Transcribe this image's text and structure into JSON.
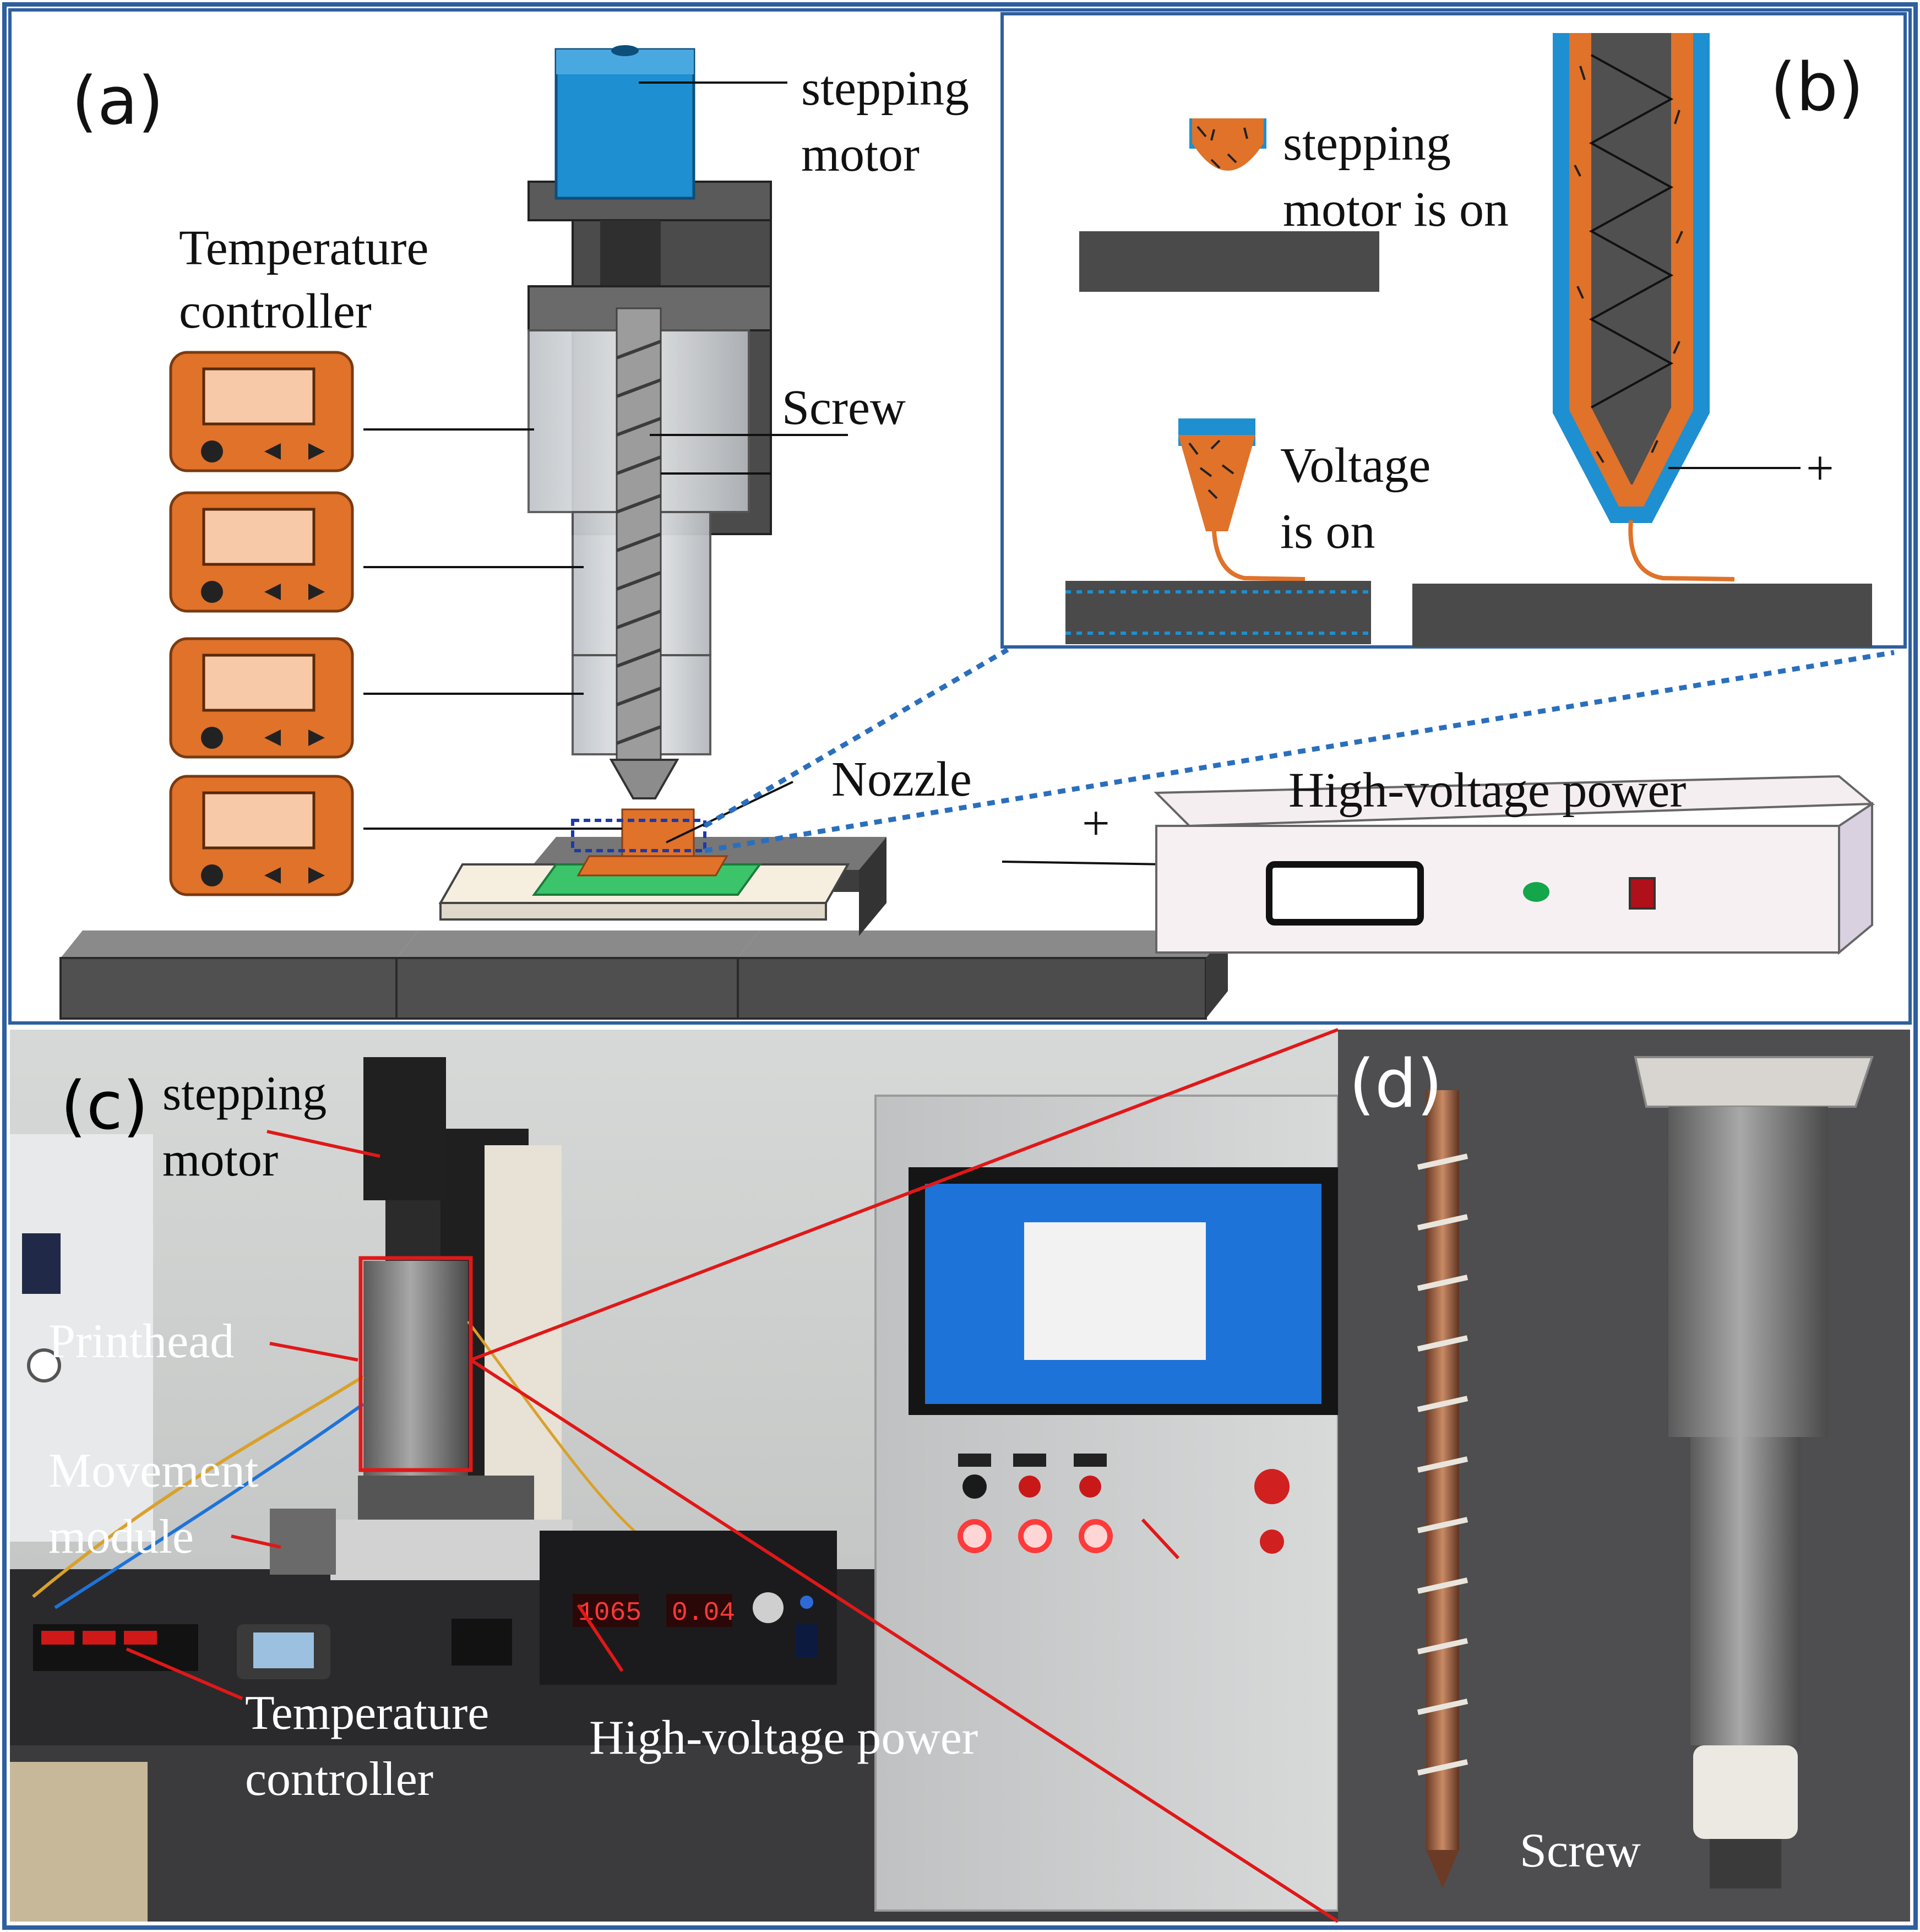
{
  "panels": {
    "a": "(a)",
    "b": "(b)",
    "c": "(c)",
    "d": "(d)"
  },
  "panel_a": {
    "stepping_motor": [
      "stepping",
      "motor"
    ],
    "temperature_controller": [
      "Temperature",
      "controller"
    ],
    "screw": "Screw",
    "nozzle": "Nozzle",
    "plus": "+",
    "hv_power": "High-voltage power"
  },
  "panel_b": {
    "stepping_motor_on": [
      "stepping",
      "motor is on"
    ],
    "voltage_on": [
      "Voltage",
      "is on"
    ],
    "plus": "+"
  },
  "panel_c": {
    "stepping_motor": [
      "stepping",
      "motor"
    ],
    "printhead": "Printhead",
    "movement_module": [
      "Movement",
      "module"
    ],
    "temperature_controller": [
      "Temperature",
      "controller"
    ],
    "hv_power": "High-voltage power",
    "hv_display_voltage": "1065",
    "hv_display_current": "0.04"
  },
  "panel_d": {
    "screw": "Screw"
  },
  "colors": {
    "orange": "#e0722a",
    "blue": "#1e8fd0",
    "dark_gray": "#505050",
    "frame_blue": "#2e5f9e",
    "dotted_blue": "#2a6fbd",
    "red_line": "#e01818",
    "green_pad": "#3bc46a"
  }
}
